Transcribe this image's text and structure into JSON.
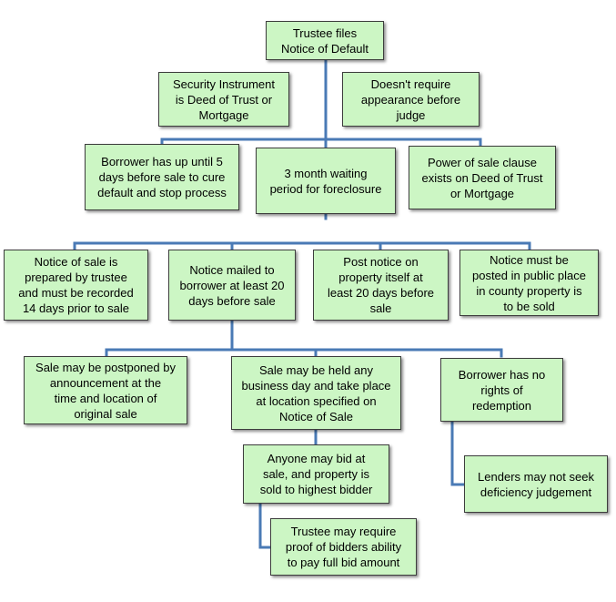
{
  "colors": {
    "box_fill": "#ccf6c4",
    "box_border": "#3d3d3d",
    "connector": "#4a7ab5"
  },
  "nodes": {
    "n_trustee_files": "Trustee files\nNotice of Default",
    "n_security_instrument": "Security Instrument\nis Deed of Trust or\nMortgage",
    "n_no_judge": "Doesn't require\nappearance before\njudge",
    "n_cure_default": "Borrower has up until 5\ndays before sale to cure\ndefault and stop process",
    "n_waiting_period": "3 month waiting\nperiod for foreclosure",
    "n_power_of_sale": "Power of sale clause\nexists on Deed of Trust\nor Mortgage",
    "n_notice_prepared": "Notice of sale is\nprepared by trustee\nand must be recorded\n14 days prior to sale",
    "n_notice_mailed": "Notice mailed to\nborrower at least 20\ndays before sale",
    "n_post_notice": "Post notice  on\nproperty itself at\nleast 20 days before\nsale",
    "n_public_place": "Notice must be\nposted in public place\nin county property is\nto be sold",
    "n_postponed": "Sale may be postponed  by\nannouncement at the\ntime and location of\noriginal sale",
    "n_held_any_day": "Sale may be held any\nbusiness day and take place\nat location specified on\nNotice of Sale",
    "n_no_redemption": "Borrower has no\nrights of\nredemption",
    "n_anyone_bid": "Anyone may bid at\nsale, and property is\nsold to highest bidder",
    "n_no_deficiency": "Lenders may not seek\ndeficiency judgement",
    "n_proof_ability": "Trustee may require\nproof of bidders ability\nto pay full bid amount"
  }
}
